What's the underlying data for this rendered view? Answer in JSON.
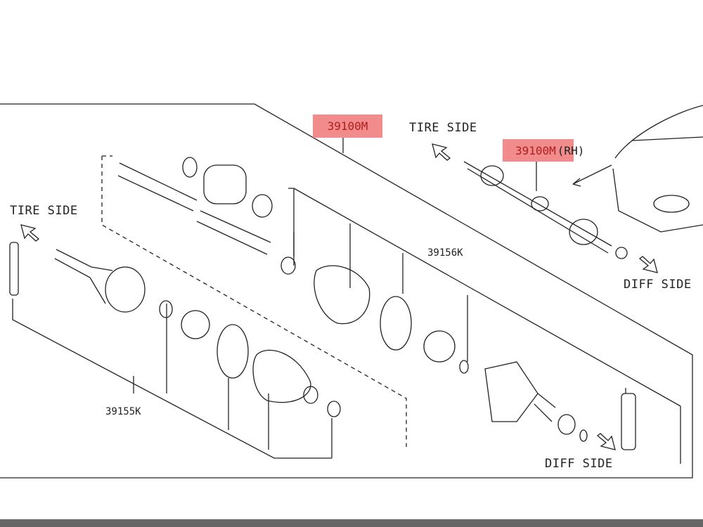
{
  "labels": {
    "tire_side_top": "TIRE SIDE",
    "tire_side_left": "TIRE SIDE",
    "diff_side_right": "DIFF SIDE",
    "diff_side_bottom": "DIFF SIDE"
  },
  "parts": {
    "assembly": "39100M",
    "assembly_rh": "39100M",
    "assembly_rh_suffix": "(RH)",
    "inner_kit": "39156K",
    "outer_kit": "39155K"
  },
  "colors": {
    "highlight": "#f28b8b",
    "highlight_text": "#b02020",
    "line": "#222222"
  }
}
